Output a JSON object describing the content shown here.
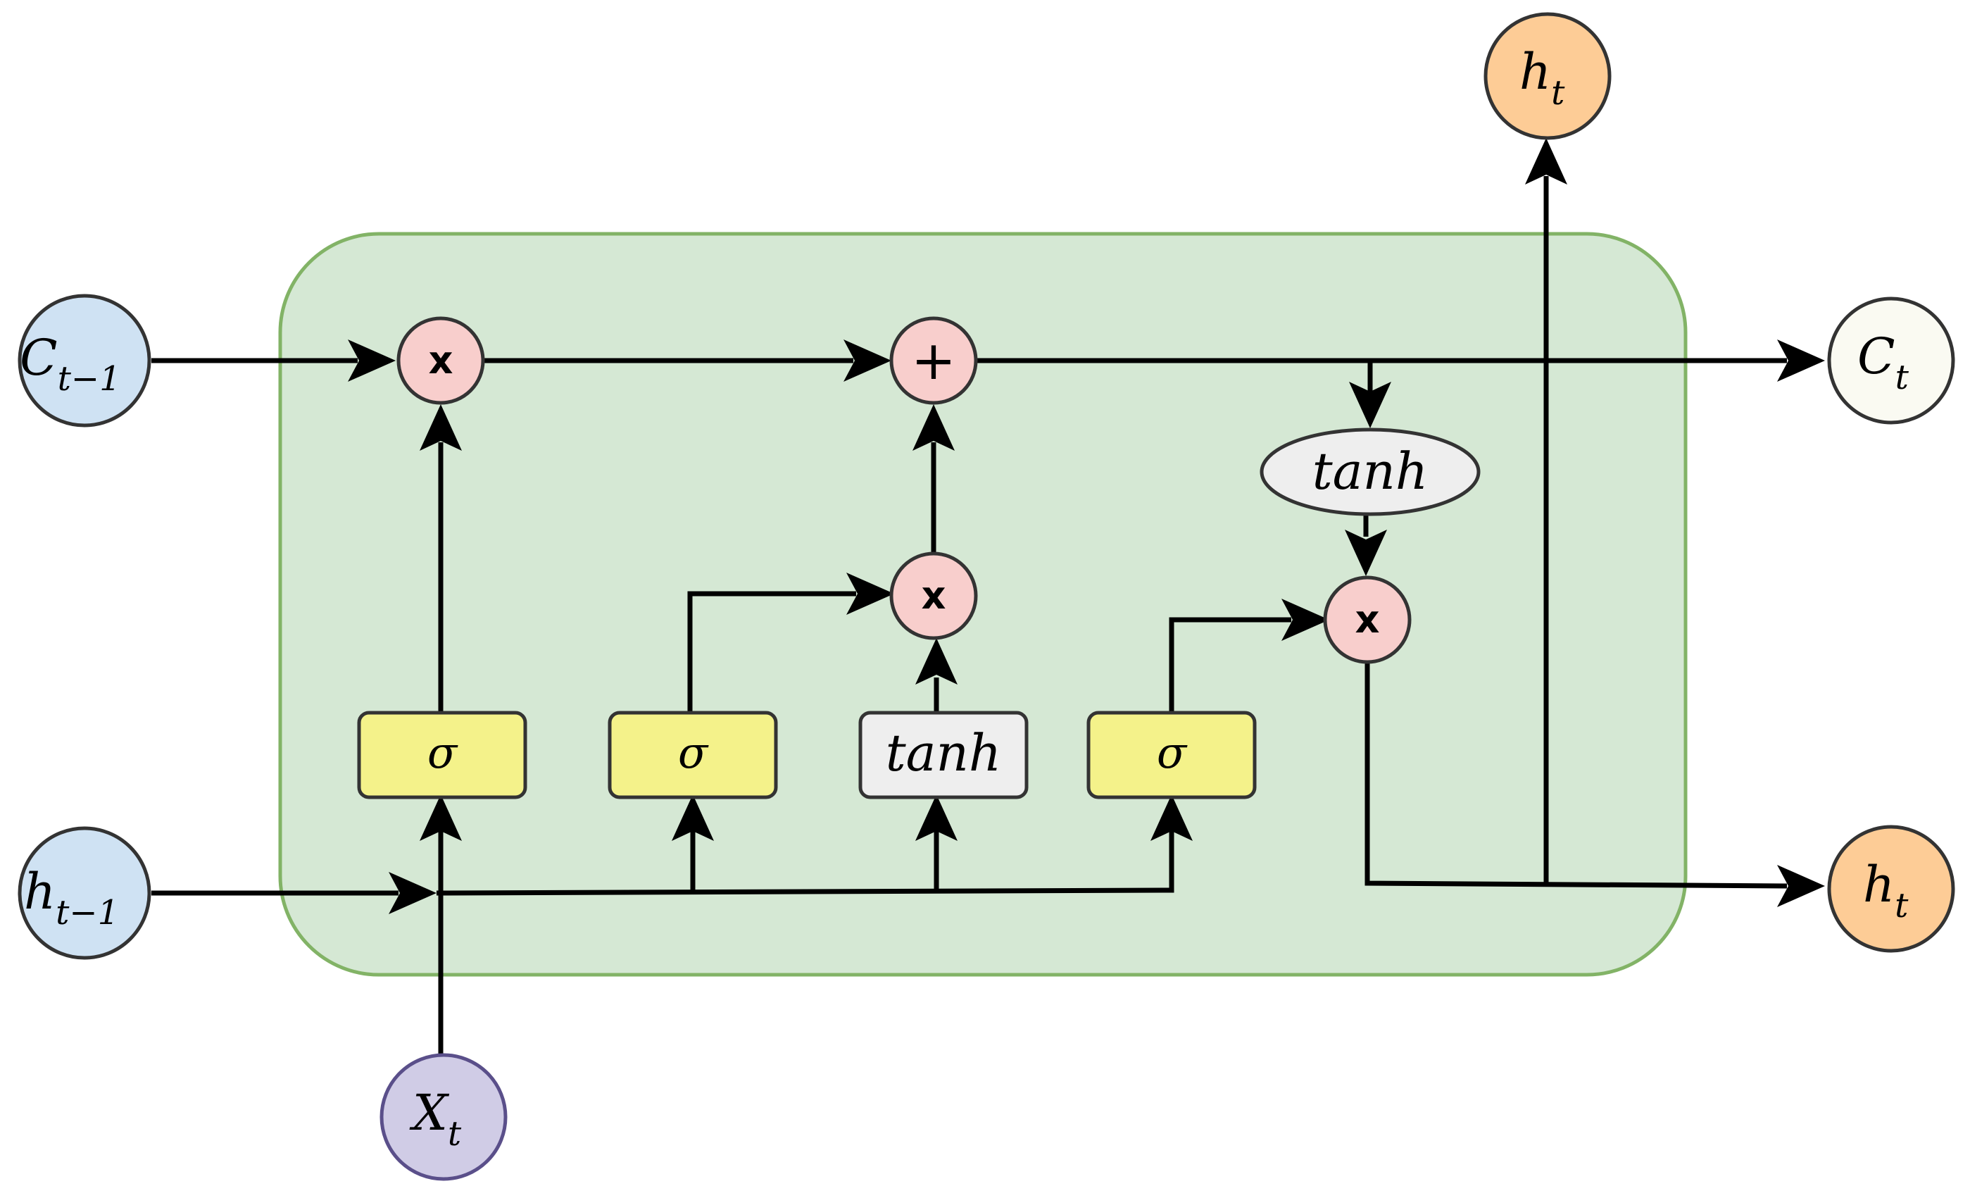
{
  "colors": {
    "cell_fill": "#d5e8d4",
    "cell_stroke": "#82b366",
    "op_fill": "#f8cecc",
    "gate_fill": "#f4f28a",
    "tanh_fill": "#eeeeee",
    "input_blue": "#cfe2f3",
    "input_purple": "#d0cce6",
    "output_orange": "#fdcc96",
    "output_cream": "#fafaf2",
    "node_stroke": "#333333"
  },
  "inputs": {
    "c_prev": {
      "main": "C",
      "sub": "t−1"
    },
    "h_prev": {
      "main": "h",
      "sub": "t−1"
    },
    "x_t": {
      "main": "X",
      "sub": "t"
    }
  },
  "outputs": {
    "c_t": {
      "main": "C",
      "sub": "t"
    },
    "h_t_right": {
      "main": "h",
      "sub": "t"
    },
    "h_t_top": {
      "main": "h",
      "sub": "t"
    }
  },
  "gates": {
    "forget": "σ",
    "input": "σ",
    "candidate": "tanh",
    "output": "σ"
  },
  "ops": {
    "forget_multiply": "x",
    "cell_add": "+",
    "input_multiply": "x",
    "output_multiply": "x"
  },
  "cell_tanh": "tanh"
}
